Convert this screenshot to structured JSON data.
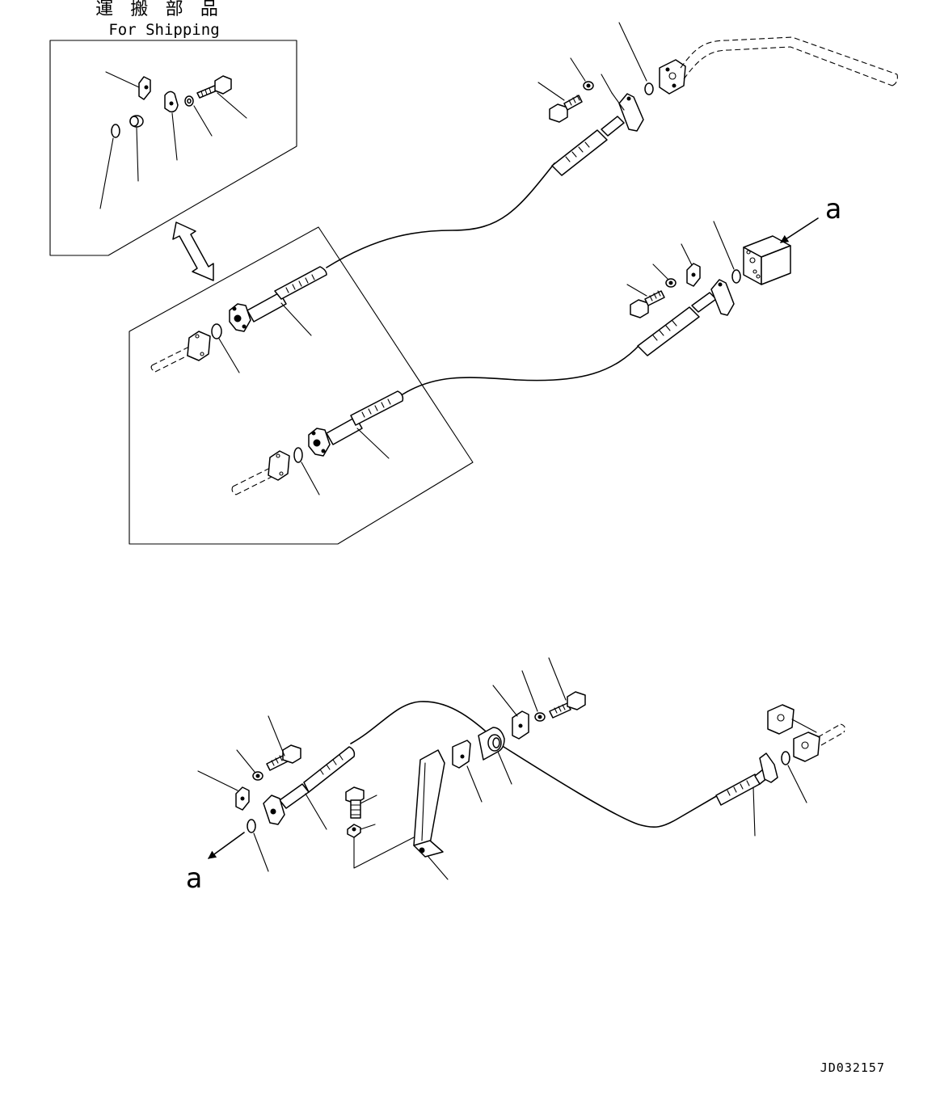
{
  "inset": {
    "title_jp": "運 搬 部 品",
    "title_en": "For Shipping"
  },
  "view_labels": {
    "upper_a": "a",
    "lower_a": "a"
  },
  "drawing_id": "JD032157",
  "icons": [
    "double-arrow-icon",
    "view-arrow-icon"
  ]
}
